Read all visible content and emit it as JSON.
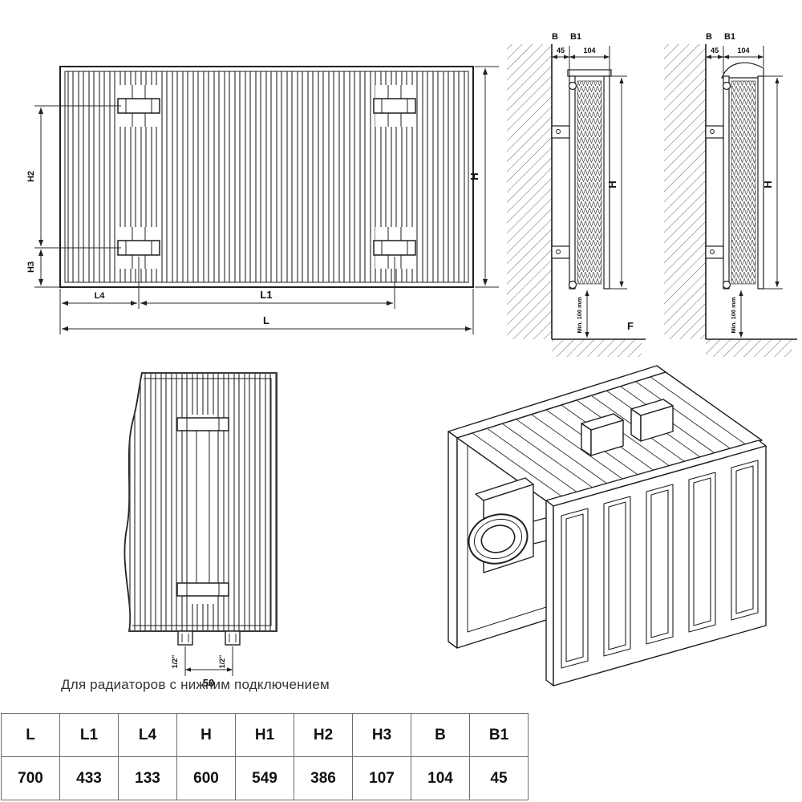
{
  "front": {
    "h": "H",
    "h2": "H2",
    "h3": "H3",
    "l4": "L4",
    "l1": "L1",
    "l": "L"
  },
  "side1": {
    "b": "B",
    "b1": "B1",
    "d45": "45",
    "d104": "104",
    "h": "H",
    "min": "Min. 100 mm",
    "f": "F"
  },
  "side2": {
    "b": "B",
    "b1": "B1",
    "d45": "45",
    "d104": "104",
    "h": "H",
    "min": "Min. 100 mm"
  },
  "bottom_view": {
    "conn_left": "1/2\"",
    "conn_right": "1/2\"",
    "d50": "50"
  },
  "caption": "Для радиаторов с нижним подключением",
  "table": {
    "headers": [
      "L",
      "L1",
      "L4",
      "H",
      "H1",
      "H2",
      "H3",
      "B",
      "B1"
    ],
    "values": [
      "700",
      "433",
      "133",
      "600",
      "549",
      "386",
      "107",
      "104",
      "45"
    ]
  }
}
